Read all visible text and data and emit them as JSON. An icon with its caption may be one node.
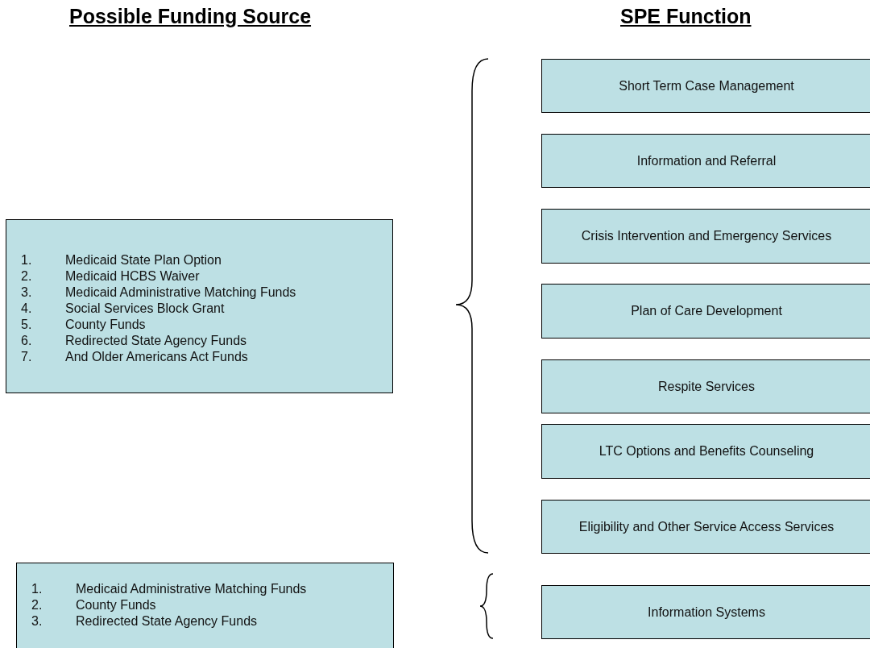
{
  "diagram": {
    "nodes": [
      {
        "text": [
          "1. Medicaid State Plan Option",
          "2. Medicaid HCBS Waiver",
          "3. Medicaid Administrative Matching Funds",
          "4. Social Services Block Grant",
          "5. County Funds",
          "6. Redirected State Agency Funds",
          "7. And Older Americans Act Funds"
        ]
      },
      {
        "text": [
          "Short Term Case Management"
        ]
      },
      {
        "text": [
          "Information and Referral"
        ]
      },
      {
        "text": [
          "Crisis Intervention and Emergency Services"
        ]
      },
      {
        "text": [
          "Plan of Care Development"
        ]
      },
      {
        "text": [
          "Respite Services"
        ]
      },
      {
        "text": [
          "LTC Options and Benefits Counseling"
        ]
      },
      {
        "text": [
          "Eligibility and Other Service Access Services"
        ]
      },
      {
        "text": [
          "1. Medicaid Administrative Matching Funds",
          "2. County Funds",
          "3. Redirected State Agency Funds"
        ]
      },
      {
        "text": [
          "Information Systems"
        ]
      }
    ],
    "edges": [],
    "labels": [
      "Possible Funding Source",
      "SPE Function"
    ]
  }
}
